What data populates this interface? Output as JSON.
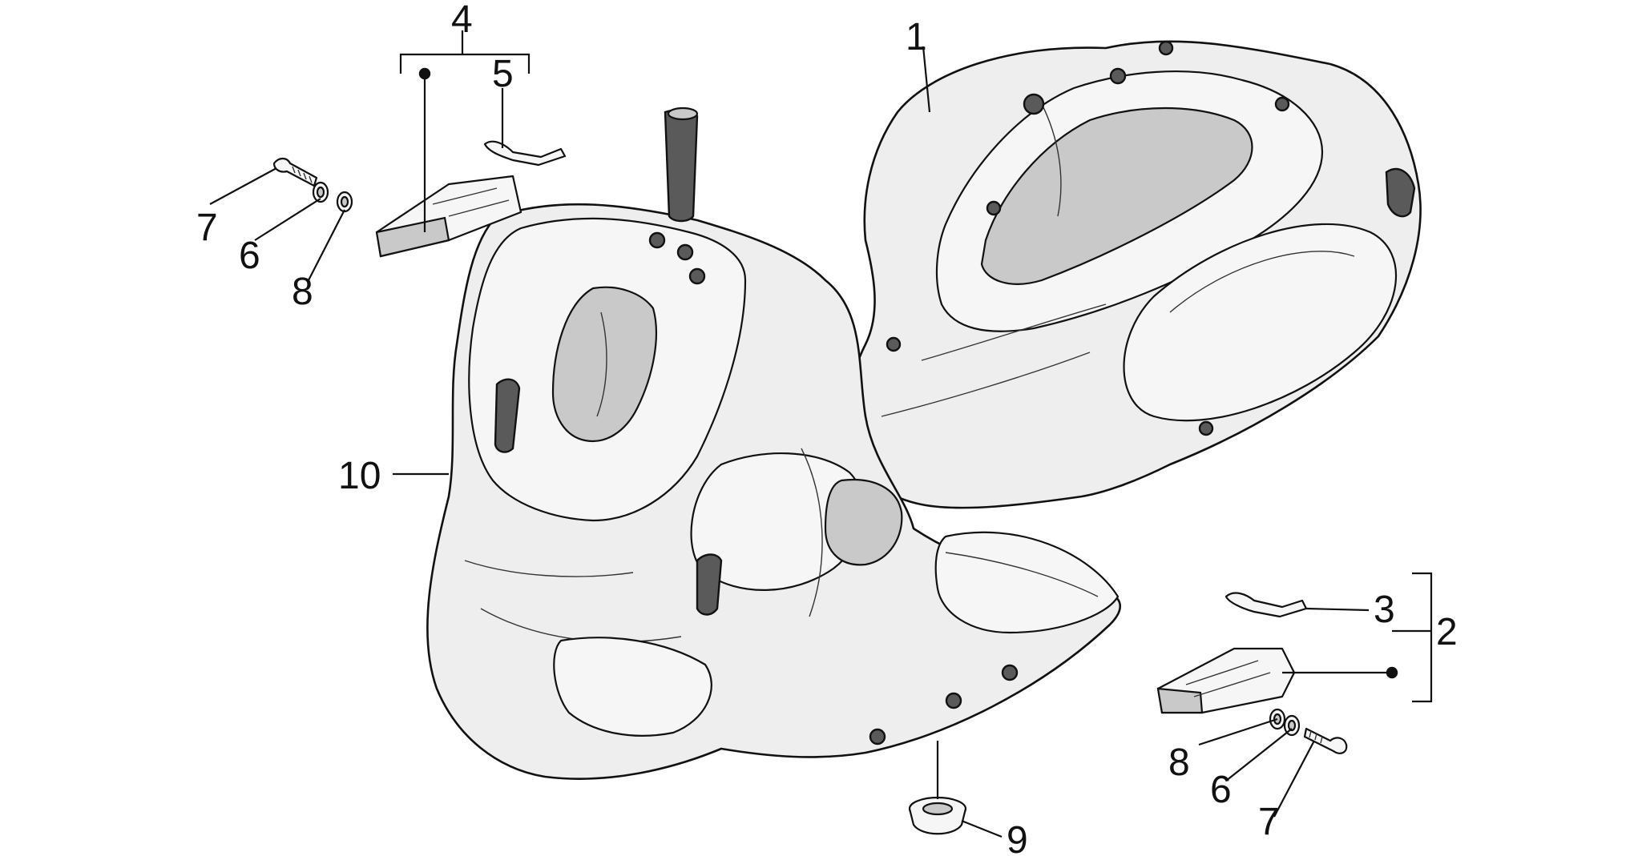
{
  "diagram": {
    "type": "exploded-parts-diagram",
    "callouts": {
      "c1": "1",
      "c2": "2",
      "c3": "3",
      "c4": "4",
      "c5": "5",
      "c6a": "6",
      "c6b": "6",
      "c7a": "7",
      "c7b": "7",
      "c8a": "8",
      "c8b": "8",
      "c9": "9",
      "c10": "10"
    },
    "colors": {
      "line": "#111111",
      "fill": "#eeeeee",
      "background": "#ffffff"
    }
  }
}
